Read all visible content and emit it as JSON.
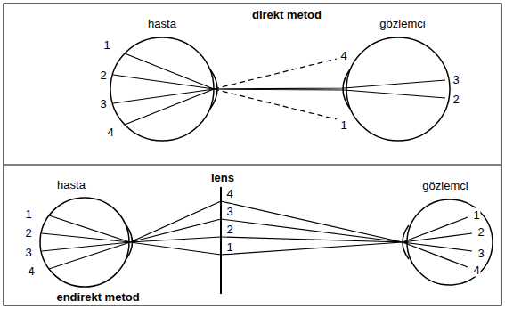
{
  "diagram": {
    "labels": [
      "direkt metod",
      "hasta",
      "gözlemci",
      "1",
      "2",
      "3",
      "4",
      "4",
      "1",
      "3",
      "2",
      "hasta",
      "lens",
      "gözlemci",
      "1",
      "2",
      "3",
      "4",
      "4",
      "3",
      "2",
      "1",
      "1",
      "2",
      "3",
      "4",
      "endirekt metod"
    ]
  }
}
